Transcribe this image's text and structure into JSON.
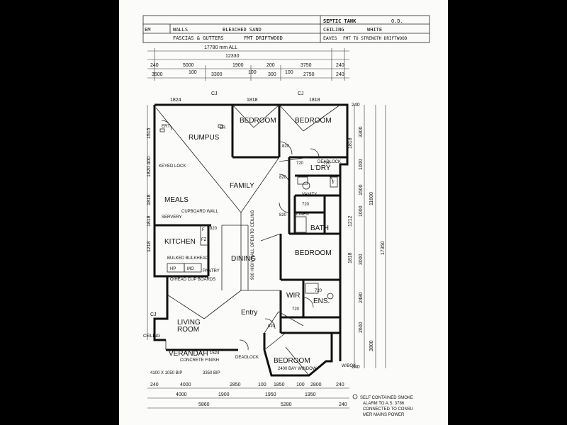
{
  "spec": {
    "walls_label": "WALLS",
    "walls_value": "BLEACHED SAND",
    "fascias_label": "FASCIAS & GUTTERS",
    "fascias_value": "FMT DRIFTWOOD",
    "septic_label": "SEPTIC TANK",
    "septic_value": "O.D.",
    "ceiling_label": "CEILING",
    "ceiling_value": "WHITE",
    "eaves_label": "EAVES",
    "eaves_value": "FMT TO STRENGTH DRIFTWOOD",
    "row_prefix": "EM"
  },
  "top_dims": {
    "overall": "17780 mm ALL",
    "inner": "12330",
    "a": "5000",
    "b": "1900",
    "c": "200",
    "d": "3750",
    "e": "240",
    "f": "240",
    "g": "3500",
    "h": "100",
    "i": "3300",
    "j": "100",
    "k": "300",
    "l": "100",
    "m": "2750",
    "n": "240",
    "o": "1824",
    "p": "1818",
    "q": "1818",
    "cj1": "CJ",
    "cj2": "CJ"
  },
  "rooms": {
    "rumpus": "RUMPUS",
    "bedroom1": "BEDROOM",
    "bedroom2": "BEDROOM",
    "ldry": "L'DRY",
    "meals": "MEALS",
    "family": "FAMILY",
    "kitchen": "KITCHEN",
    "dining": "DINING",
    "bath": "BATH",
    "bedroom3": "BEDROOM",
    "wir": "WIR",
    "ens": "ENS.",
    "entry": "Entry",
    "living": "LIVING",
    "living2": "ROOM",
    "verandah": "VERANDAH",
    "bedroom4": "BEDROOM"
  },
  "annotations": {
    "keyed_lock": "KEYED LOCK",
    "cupboard_wall": "CUPBOARD WALL",
    "servery": "SERVERY",
    "bulkhead": "BULKED BULKHEAD",
    "overhead": "O/HEAD CUP BOARDS",
    "concrete": "CONCRETE FINISH",
    "deadlock1": "DEADLOCK",
    "deadlock2": "DEADLOCK",
    "bay_window": "2400 BAY WINDOW",
    "half_wall": "900 HIGH WALL OPEN TO CEILING",
    "pantry": "PANTRY",
    "vanity": "VANITY",
    "linen": "LINEN",
    "ceiling_note": "CEILING",
    "wi_box": "W/BOX",
    "tub": "T",
    "hp": "HP",
    "mo": "MO",
    "f": "F",
    "fz": "FZ",
    "d820_1": "820",
    "d820_2": "820",
    "d820_3": "820",
    "d820_4": "820",
    "d820_5": "820",
    "d720_1": "720",
    "d720_2": "720",
    "d720_3": "720",
    "d720_4": "720",
    "d720_5": "720",
    "er": "ER",
    "ert": "ERT"
  },
  "right_dims": {
    "overall": "17350",
    "inner": "11600",
    "a": "3300",
    "b": "1000",
    "c": "1500",
    "d": "1000",
    "e": "3000",
    "f": "2480",
    "g": "2600",
    "h": "3800",
    "i": "240",
    "j": "240",
    "k": "1818",
    "l": "1818",
    "m": "1212"
  },
  "left_dims": {
    "a": "1515",
    "b": "1820 400",
    "c": "1818",
    "d": "1818",
    "e": "1218",
    "f": "CJ"
  },
  "bottom_dims": {
    "window_left": "4100 X 1050 BIP",
    "window_mid": "3350 BIP",
    "pt": "1524",
    "a": "240",
    "b": "4000",
    "c": "2850",
    "d": "100",
    "e": "1850",
    "f": "100",
    "g": "2800",
    "h": "240",
    "i": "4000",
    "j": "1900",
    "k": "1950",
    "l": "1950",
    "m": "5860",
    "n": "5280",
    "o": "240"
  },
  "smoke_note": {
    "line1": "SELF CONTAINED SMOKE",
    "line2": "ALARM TO A.S. 3786",
    "line3": "CONNECTED TO CONSU",
    "line4": "MER MAINS POWER"
  }
}
